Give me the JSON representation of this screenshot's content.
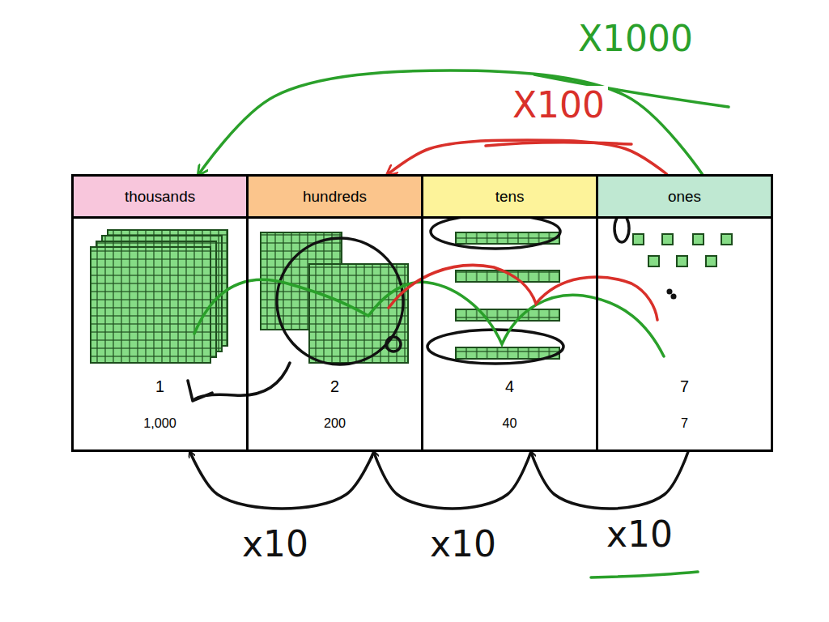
{
  "diagram": {
    "nodes": [
      {
        "text": [
          "thousands",
          "1",
          "1,000"
        ]
      },
      {
        "text": [
          "hundreds",
          "2",
          "200"
        ]
      },
      {
        "text": [
          "tens",
          "4",
          "40"
        ]
      },
      {
        "text": [
          "ones",
          "7",
          "7"
        ]
      }
    ],
    "edges": [
      {
        "from": 3,
        "to": 2,
        "arrow": "to",
        "label": "x10"
      },
      {
        "from": 2,
        "to": 1,
        "arrow": "to",
        "label": "x10"
      },
      {
        "from": 1,
        "to": 0,
        "arrow": "to",
        "label": "x10"
      },
      {
        "from": 3,
        "to": 1,
        "arrow": "to",
        "label": "X100"
      },
      {
        "from": 3,
        "to": 0,
        "arrow": "to",
        "label": "X1000"
      }
    ]
  }
}
